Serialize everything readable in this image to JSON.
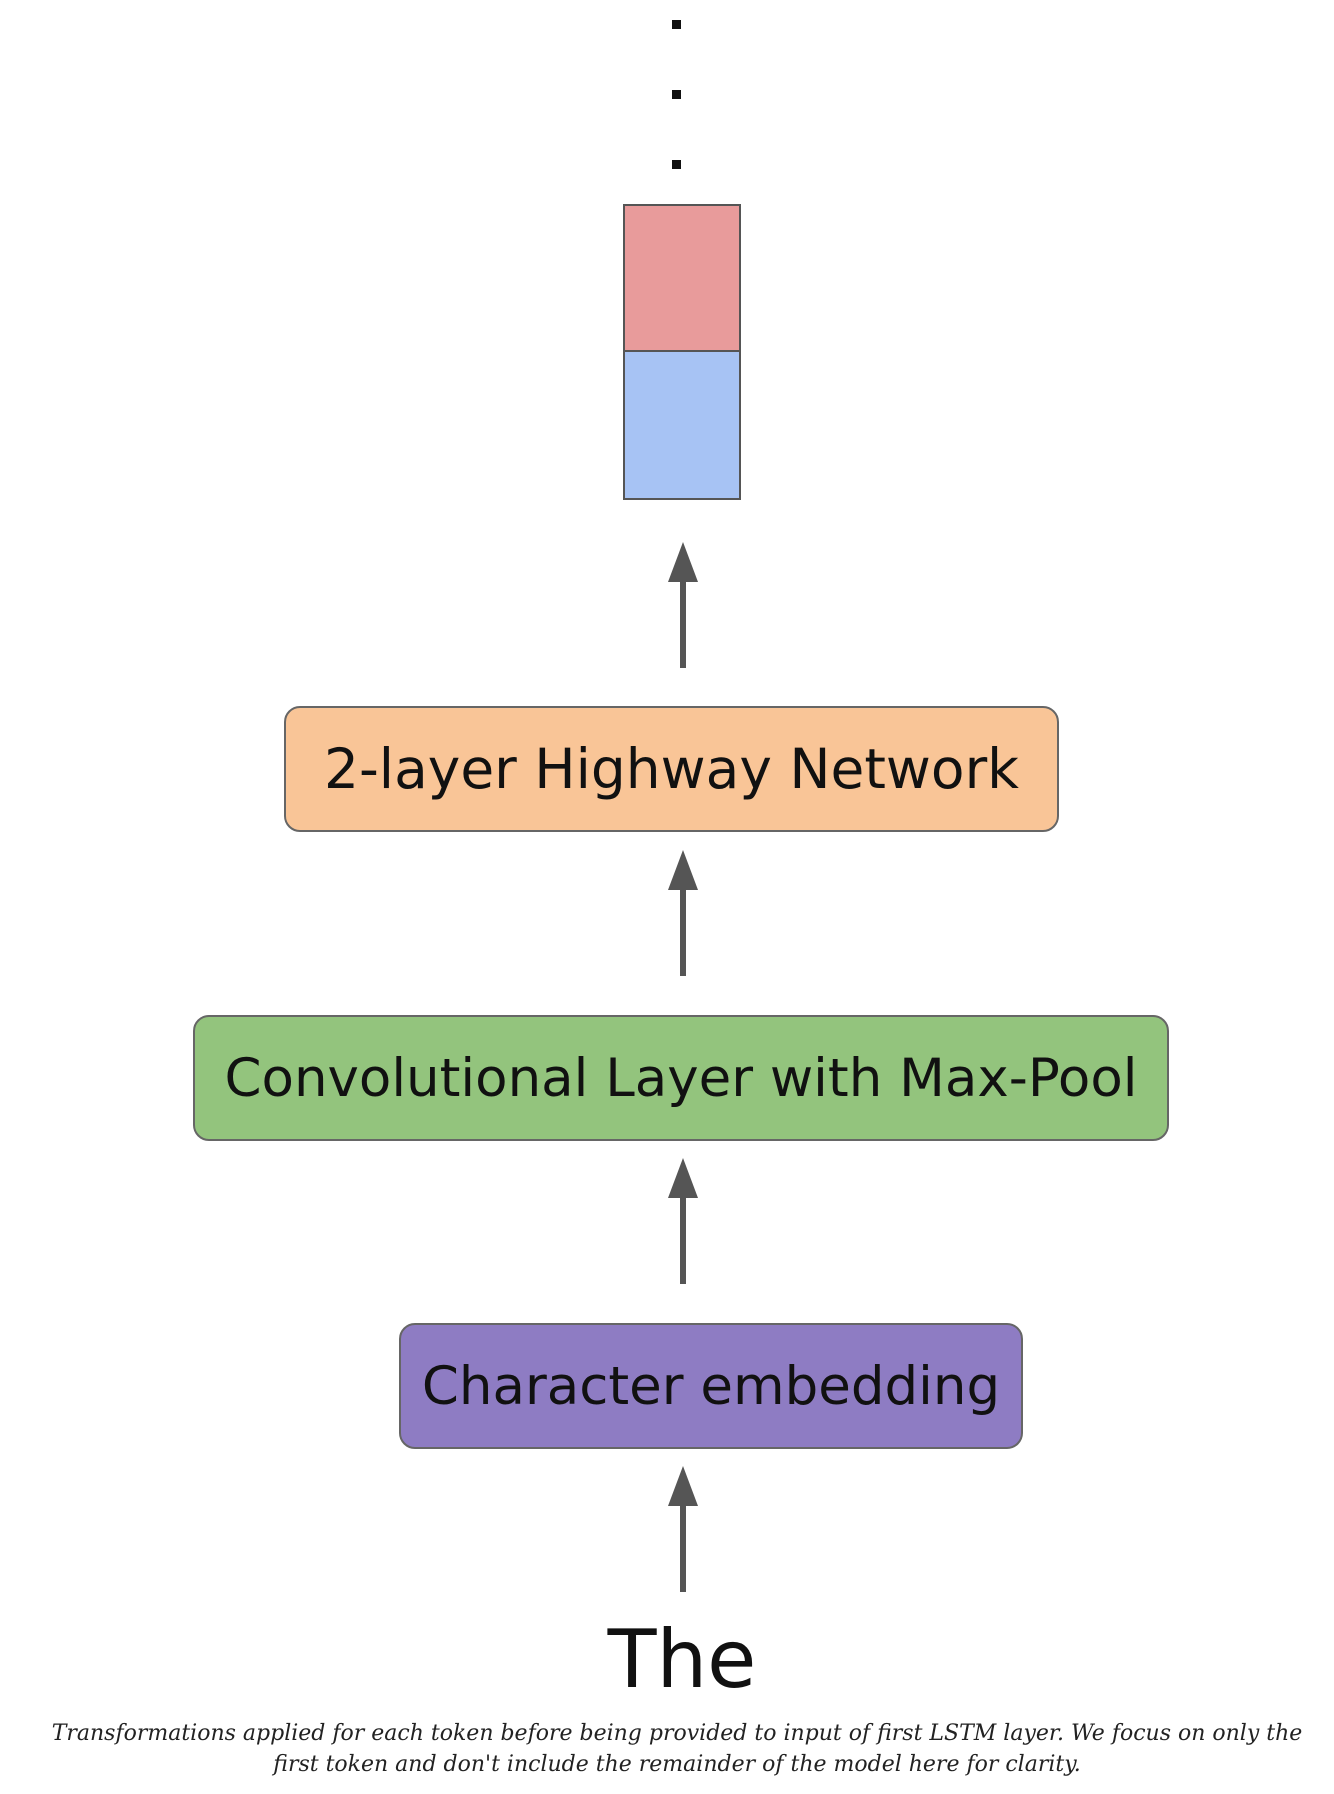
{
  "ellipsis_dots": 3,
  "vector": {
    "top_color": "#e89b9b",
    "bottom_color": "#a7c3f4"
  },
  "layers": [
    {
      "label": "2-layer Highway Network",
      "color": "#f9c597"
    },
    {
      "label": "Convolutional Layer with Max-Pool",
      "color": "#93c47d"
    },
    {
      "label": "Character embedding",
      "color": "#8e7cc3"
    }
  ],
  "token": "The",
  "caption": "Transformations applied for each token before being provided to input of first LSTM layer. We focus on only the first token and don't include the remainder of the model here for clarity."
}
